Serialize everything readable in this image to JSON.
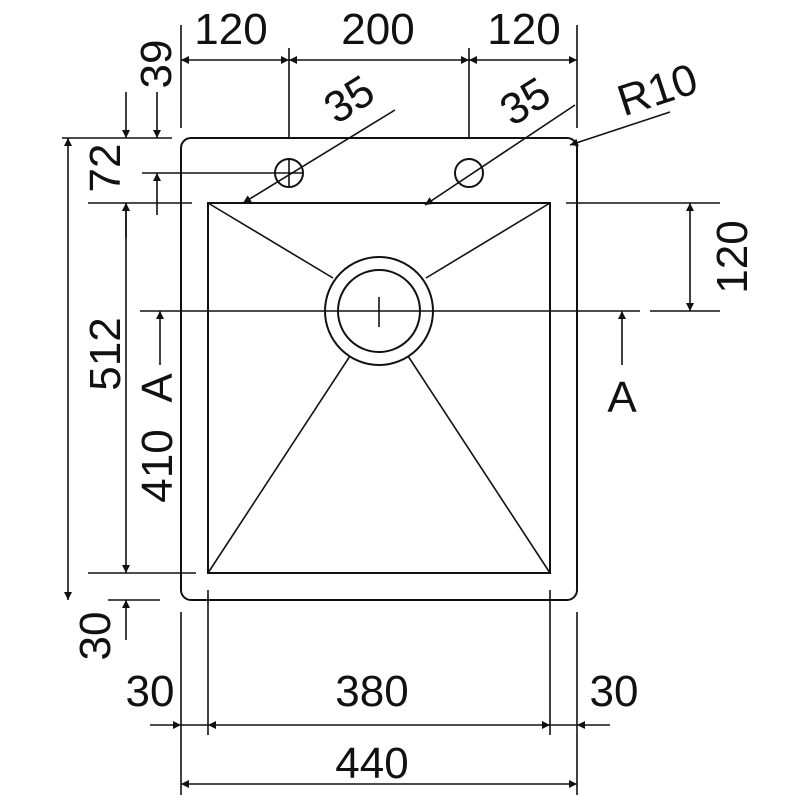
{
  "diagram": {
    "type": "technical-drawing",
    "subject": "sink",
    "line_color": "#111111",
    "background": "#ffffff",
    "dimensions": {
      "top_left_width": "120",
      "top_middle_width": "200",
      "top_right_width": "120",
      "top_offset_39": "39",
      "hole_left_diameter": "35",
      "hole_right_diameter": "35",
      "corner_radius": "R10",
      "hole_height_72": "72",
      "drain_offset_120": "120",
      "total_height_512": "512",
      "bowl_height_410": "410",
      "bottom_margin_30": "30",
      "bottom_left_margin_30": "30",
      "bowl_width_380": "380",
      "bottom_right_margin_30": "30",
      "total_width_440": "440"
    },
    "section_markers": {
      "left": "A",
      "right": "A"
    }
  }
}
